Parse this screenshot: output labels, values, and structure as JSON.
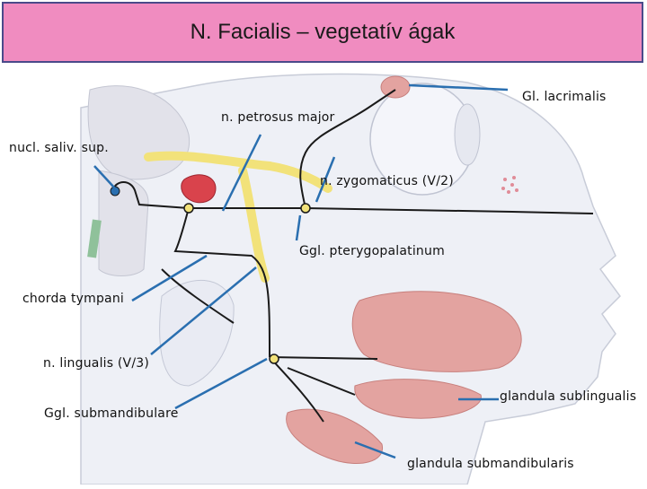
{
  "slide": {
    "title": "N. Facialis – vegetatív ágak"
  },
  "labels": {
    "gl_lacrimalis": "Gl. lacrimalis",
    "n_petrosus_major": "n. petrosus major",
    "nucl_saliv_sup": "nucl. saliv. sup.",
    "n_zygomaticus": "n. zygomaticus (V/2)",
    "ggl_pterygopalatinum": "Ggl. pterygopalatinum",
    "chorda_tympani": "chorda tympani",
    "n_lingualis": "n. lingualis (V/3)",
    "ggl_submandibulare": "Ggl. submandibulare",
    "glandula_sublingualis": "glandula sublingualis",
    "glandula_submandibularis": "glandula submandibularis"
  },
  "colors": {
    "title_background": "#f08cc0",
    "title_border": "#4a4a8a",
    "pointer_lines": "#2a6fb0",
    "nerve_black": "#1a1a1a",
    "nerve_yellow": "#f2e27a",
    "gland_pink": "#e3a3a0",
    "brainstem": "#e2e2ea",
    "skull_outline": "#c8ccd8"
  }
}
